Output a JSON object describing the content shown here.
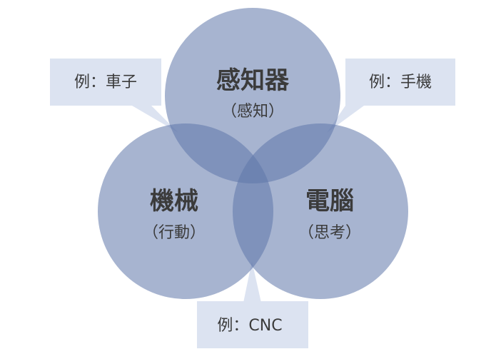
{
  "diagram": {
    "circles": {
      "sensor": {
        "title": "感知器",
        "subtitle": "（感知）"
      },
      "machine": {
        "title": "機械",
        "subtitle": "（行動）"
      },
      "computer": {
        "title": "電腦",
        "subtitle": "（思考）"
      }
    },
    "callouts": {
      "car": "例：車子",
      "phone": "例：手機",
      "cnc": "例：CNC"
    },
    "colors": {
      "circle_fill": "#5e77aa",
      "callout_fill": "#dce3f1",
      "text": "#3b3b3b"
    }
  }
}
